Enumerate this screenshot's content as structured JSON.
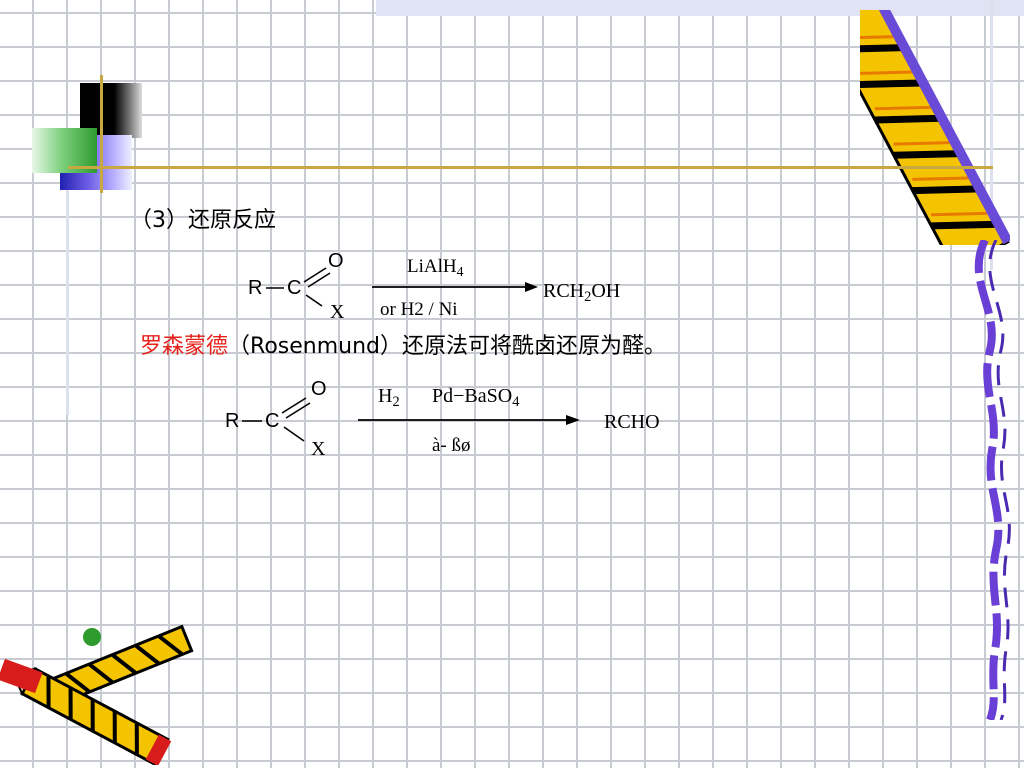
{
  "section": {
    "heading": "（3）还原反应"
  },
  "reaction1": {
    "R": "R",
    "C": "C",
    "O": "O",
    "X": "X",
    "reagent_above_main": "LiAlH",
    "reagent_above_sub": "4",
    "reagent_below": "or  H2 / Ni",
    "product_part1": "RCH",
    "product_sub": "2",
    "product_part2": "OH"
  },
  "rosenmund": {
    "name": "罗森蒙德",
    "rest": "（Rosenmund）还原法可将酰卤还原为醛。",
    "name_color": "#e8201a"
  },
  "reaction2": {
    "R": "R",
    "C": "C",
    "O": "O",
    "X": "X",
    "h2_main": "H",
    "h2_sub": "2",
    "catalyst_main": "Pd−BaSO",
    "catalyst_sub": "4",
    "reagent_below": "à- ßø",
    "product": "RCHO"
  },
  "decorations": [
    "pencil-stripes-top-right",
    "pencils-bottom-left",
    "wavy-border-right"
  ]
}
